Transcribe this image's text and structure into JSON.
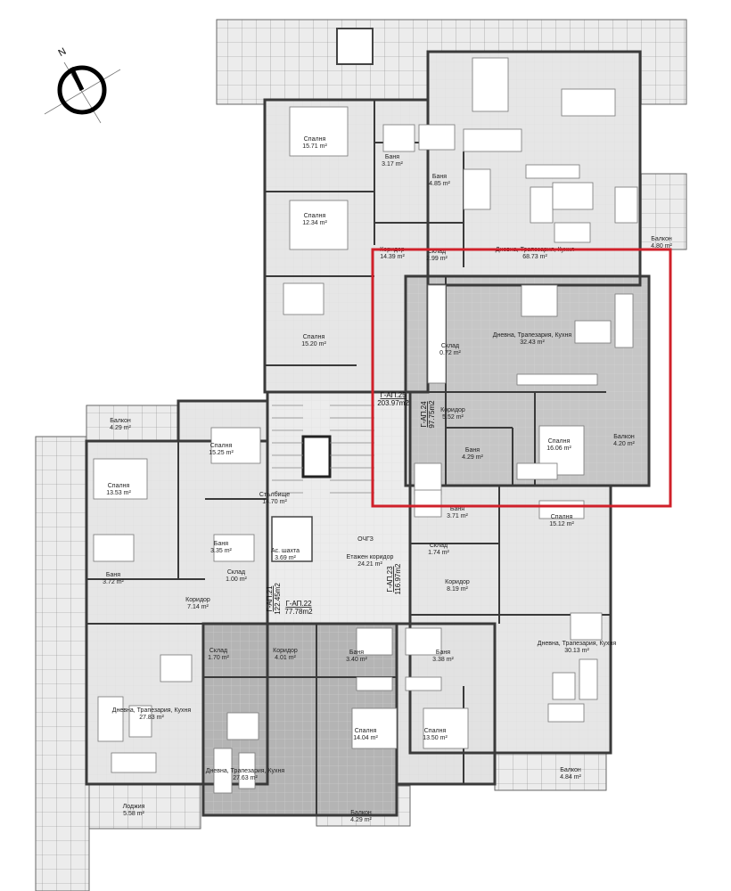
{
  "compass": {
    "north_label": "N",
    "icon": "north-arrow-icon"
  },
  "highlight": {
    "color": "#d0202a"
  },
  "colors": {
    "terrace": "#ececec",
    "floor": "#e6e6e6",
    "highlighted_apartment": "#c6c6c6",
    "dark_apartment": "#b4b4b4",
    "wall": "#3a3a3a"
  },
  "apartments": [
    {
      "code": "Г-АП.25",
      "area": "203.97m2"
    },
    {
      "code": "Г-АП.24",
      "area": "97.75m2"
    },
    {
      "code": "Г-АП.23",
      "area": "116.97m2"
    },
    {
      "code": "Г-АП.21",
      "area": "122.45m2"
    },
    {
      "code": "Г-АП.22",
      "area": "77.78m2"
    }
  ],
  "rooms": [
    {
      "name": "Спалня",
      "area": "15.71 m²"
    },
    {
      "name": "Баня",
      "area": "3.17 m²"
    },
    {
      "name": "Баня",
      "area": "4.85 m²"
    },
    {
      "name": "Спалня",
      "area": "12.34 m²"
    },
    {
      "name": "Коридор",
      "area": "14.39 m²"
    },
    {
      "name": "Склад",
      "area": "2.99 m²"
    },
    {
      "name": "Дневна, Трапезария, Кухня",
      "area": "68.73 m²"
    },
    {
      "name": "Балкон",
      "area": "4.80 m²"
    },
    {
      "name": "Спалня",
      "area": "15.20 m²"
    },
    {
      "name": "Дневна, Трапезария, Кухня",
      "area": "32.43 m²"
    },
    {
      "name": "Склад",
      "area": "0.72 m²"
    },
    {
      "name": "Коридор",
      "area": "5.52 m²"
    },
    {
      "name": "Баня",
      "area": "4.29 m²"
    },
    {
      "name": "Спалня",
      "area": "16.06 m²"
    },
    {
      "name": "Балкон",
      "area": "4.20 m²"
    },
    {
      "name": "Баня",
      "area": "3.71 m²"
    },
    {
      "name": "Спалня",
      "area": "15.12 m²"
    },
    {
      "name": "Склад",
      "area": "1.74 m²"
    },
    {
      "name": "Коридор",
      "area": "8.19 m²"
    },
    {
      "name": "Дневна, Трапезария, Кухня",
      "area": "30.13 m²"
    },
    {
      "name": "Баня",
      "area": "3.38 m²"
    },
    {
      "name": "Балкон",
      "area": "4.84 m²"
    },
    {
      "name": "Балкон",
      "area": "4.29 m²"
    },
    {
      "name": "Спалня",
      "area": "13.53 m²"
    },
    {
      "name": "Спалня",
      "area": "15.25 m²"
    },
    {
      "name": "Стълбище",
      "area": "14.70 m²"
    },
    {
      "name": "Баня",
      "area": "3.35 m²"
    },
    {
      "name": "Ас. шахта",
      "area": "3.69 m²"
    },
    {
      "name": "Склад",
      "area": "1.00 m²"
    },
    {
      "name": "Баня",
      "area": "3.72 m²"
    },
    {
      "name": "Коридор",
      "area": "7.14 m²"
    },
    {
      "name": "ОЧГЗ",
      "area": ""
    },
    {
      "name": "Етажен коридор",
      "area": "24.21 m²"
    },
    {
      "name": "Склад",
      "area": "1.70 m²"
    },
    {
      "name": "Коридор",
      "area": "4.01 m²"
    },
    {
      "name": "Баня",
      "area": "3.40 m²"
    },
    {
      "name": "Дневна, Трапезария, Кухня",
      "area": "27.83 m²"
    },
    {
      "name": "Дневна, Трапезария, Кухня",
      "area": "27.63 m²"
    },
    {
      "name": "Спалня",
      "area": "14.04 m²"
    },
    {
      "name": "Спалня",
      "area": "13.50 m²"
    },
    {
      "name": "Лоджия",
      "area": "5.58 m²"
    },
    {
      "name": "Балкон",
      "area": "4.29 m²"
    }
  ]
}
